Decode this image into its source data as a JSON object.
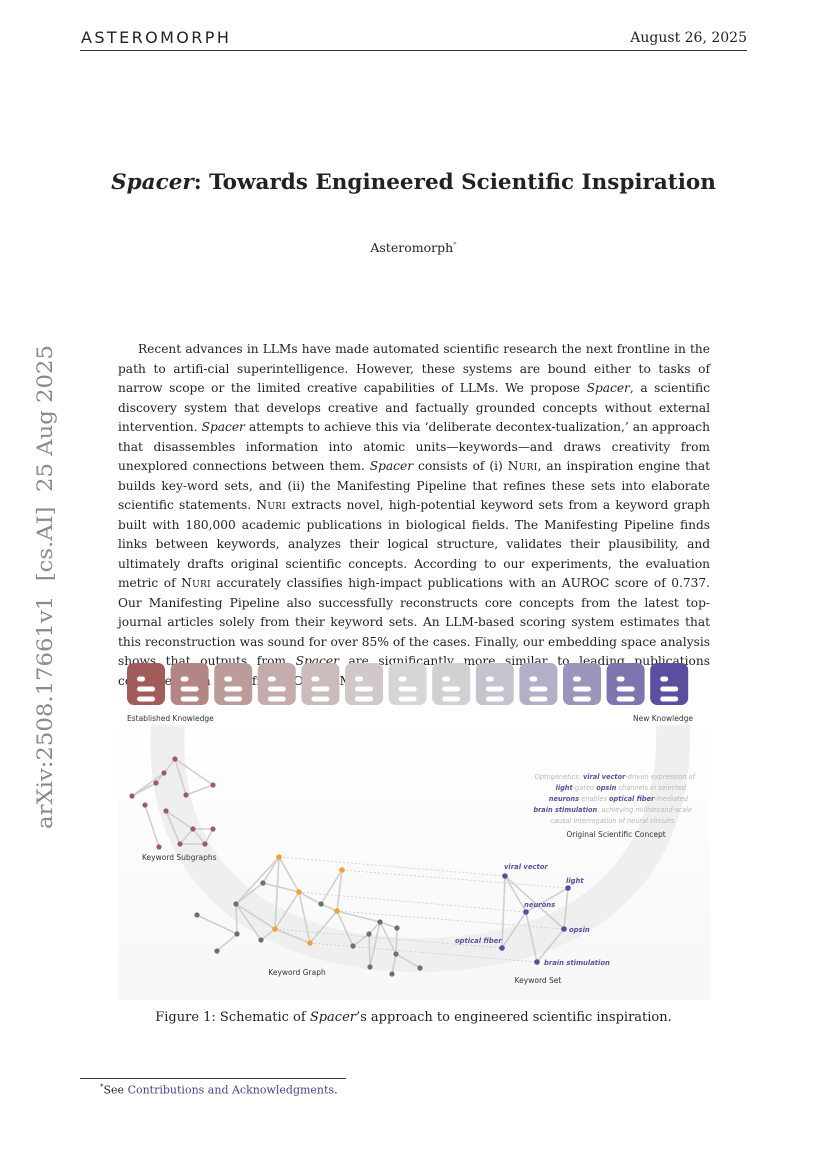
{
  "header": {
    "brand": "ASTEROMORPH",
    "date": "August 26, 2025"
  },
  "sidebar_id": "arXiv:2508.17661v1  [cs.AI]  25 Aug 2025",
  "title": {
    "italic_part": "Spacer",
    "rest": ": Towards Engineered Scientific Inspiration"
  },
  "author": {
    "name": "Asteromorph",
    "mark": "*"
  },
  "abstract": {
    "p1": "Recent advances in LLMs have made automated scientific research the next frontline in the path to artifi-cial superintelligence. However, these systems are bound either to tasks of narrow scope or the limited creative capabilities of LLMs. We propose ",
    "spacer1": "Spacer",
    "p2": ", a scientific discovery system that develops creative and factually grounded concepts without external intervention. ",
    "spacer2": "Spacer",
    "p3": " attempts to achieve this via ‘deliberate decontex-tualization,’ an approach that disassembles information into atomic units—keywords—and draws creativity from unexplored connections between them. ",
    "spacer3": "Spacer",
    "p4": " consists of (i) ",
    "nuri1": "Nuri",
    "p5": ", an inspiration engine that builds key-word sets, and (ii) the Manifesting Pipeline that refines these sets into elaborate scientific statements. ",
    "nuri2": "Nuri",
    "p6": " extracts novel, high-potential keyword sets from a keyword graph built with 180,000 academic publications in biological fields. The Manifesting Pipeline finds links between keywords, analyzes their logical structure, validates their plausibility, and ultimately drafts original scientific concepts. According to our experiments, the evaluation metric of ",
    "nuri3": "Nuri",
    "p7": " accurately classifies high-impact publications with an AUROC score of 0.737. Our Manifesting Pipeline also successfully reconstructs core concepts from the latest top-journal articles solely from their keyword sets. An LLM-based scoring system estimates that this reconstruction was sound for over 85% of the cases. Finally, our embedding space analysis shows that outputs from ",
    "spacer4": "Spacer",
    "p8": " are significantly more similar to leading publications compared with those from SOTA LLMs."
  },
  "figure": {
    "label_established": "Established Knowledge",
    "label_new": "New Knowledge",
    "label_subgraphs": "Keyword Subgraphs",
    "label_graph": "Keyword Graph",
    "label_set": "Keyword Set",
    "label_concept": "Original Scientific Concept",
    "concept_line1_a": "Optogenetics: ",
    "concept_line1_b": "viral vector",
    "concept_line1_c": "-driven expression of",
    "concept_line2_a": "light",
    "concept_line2_b": "-gated ",
    "concept_line2_c": "opsin",
    "concept_line2_d": " channels in selected",
    "concept_line3_a": "neurons",
    "concept_line3_b": " enables ",
    "concept_line3_c": "optical fiber",
    "concept_line3_d": "-mediated",
    "concept_line4_a": "brain stimulation",
    "concept_line4_b": ", achieving millisecond-scale",
    "concept_line5": "causal interrogation of neural circuits.",
    "kw_viral_vector": "viral vector",
    "kw_light": "light",
    "kw_neurons": "neurons",
    "kw_opsin": "opsin",
    "kw_optical_fiber": "optical fiber",
    "kw_brain_stimulation": "brain stimulation",
    "colors": {
      "established": "#a15b5b",
      "new": "#5a4f9e",
      "orange": "#f2a23a",
      "node_gray": "#6e6e6e",
      "keyword_purple": "#5a4f9e"
    }
  },
  "caption": {
    "prefix": "Figure 1: Schematic of ",
    "italic": "Spacer",
    "suffix": "’s approach to engineered scientific inspiration."
  },
  "footnote": {
    "mark": "*",
    "prefix": "See ",
    "link": "Contributions and Acknowledgments",
    "suffix": "."
  }
}
